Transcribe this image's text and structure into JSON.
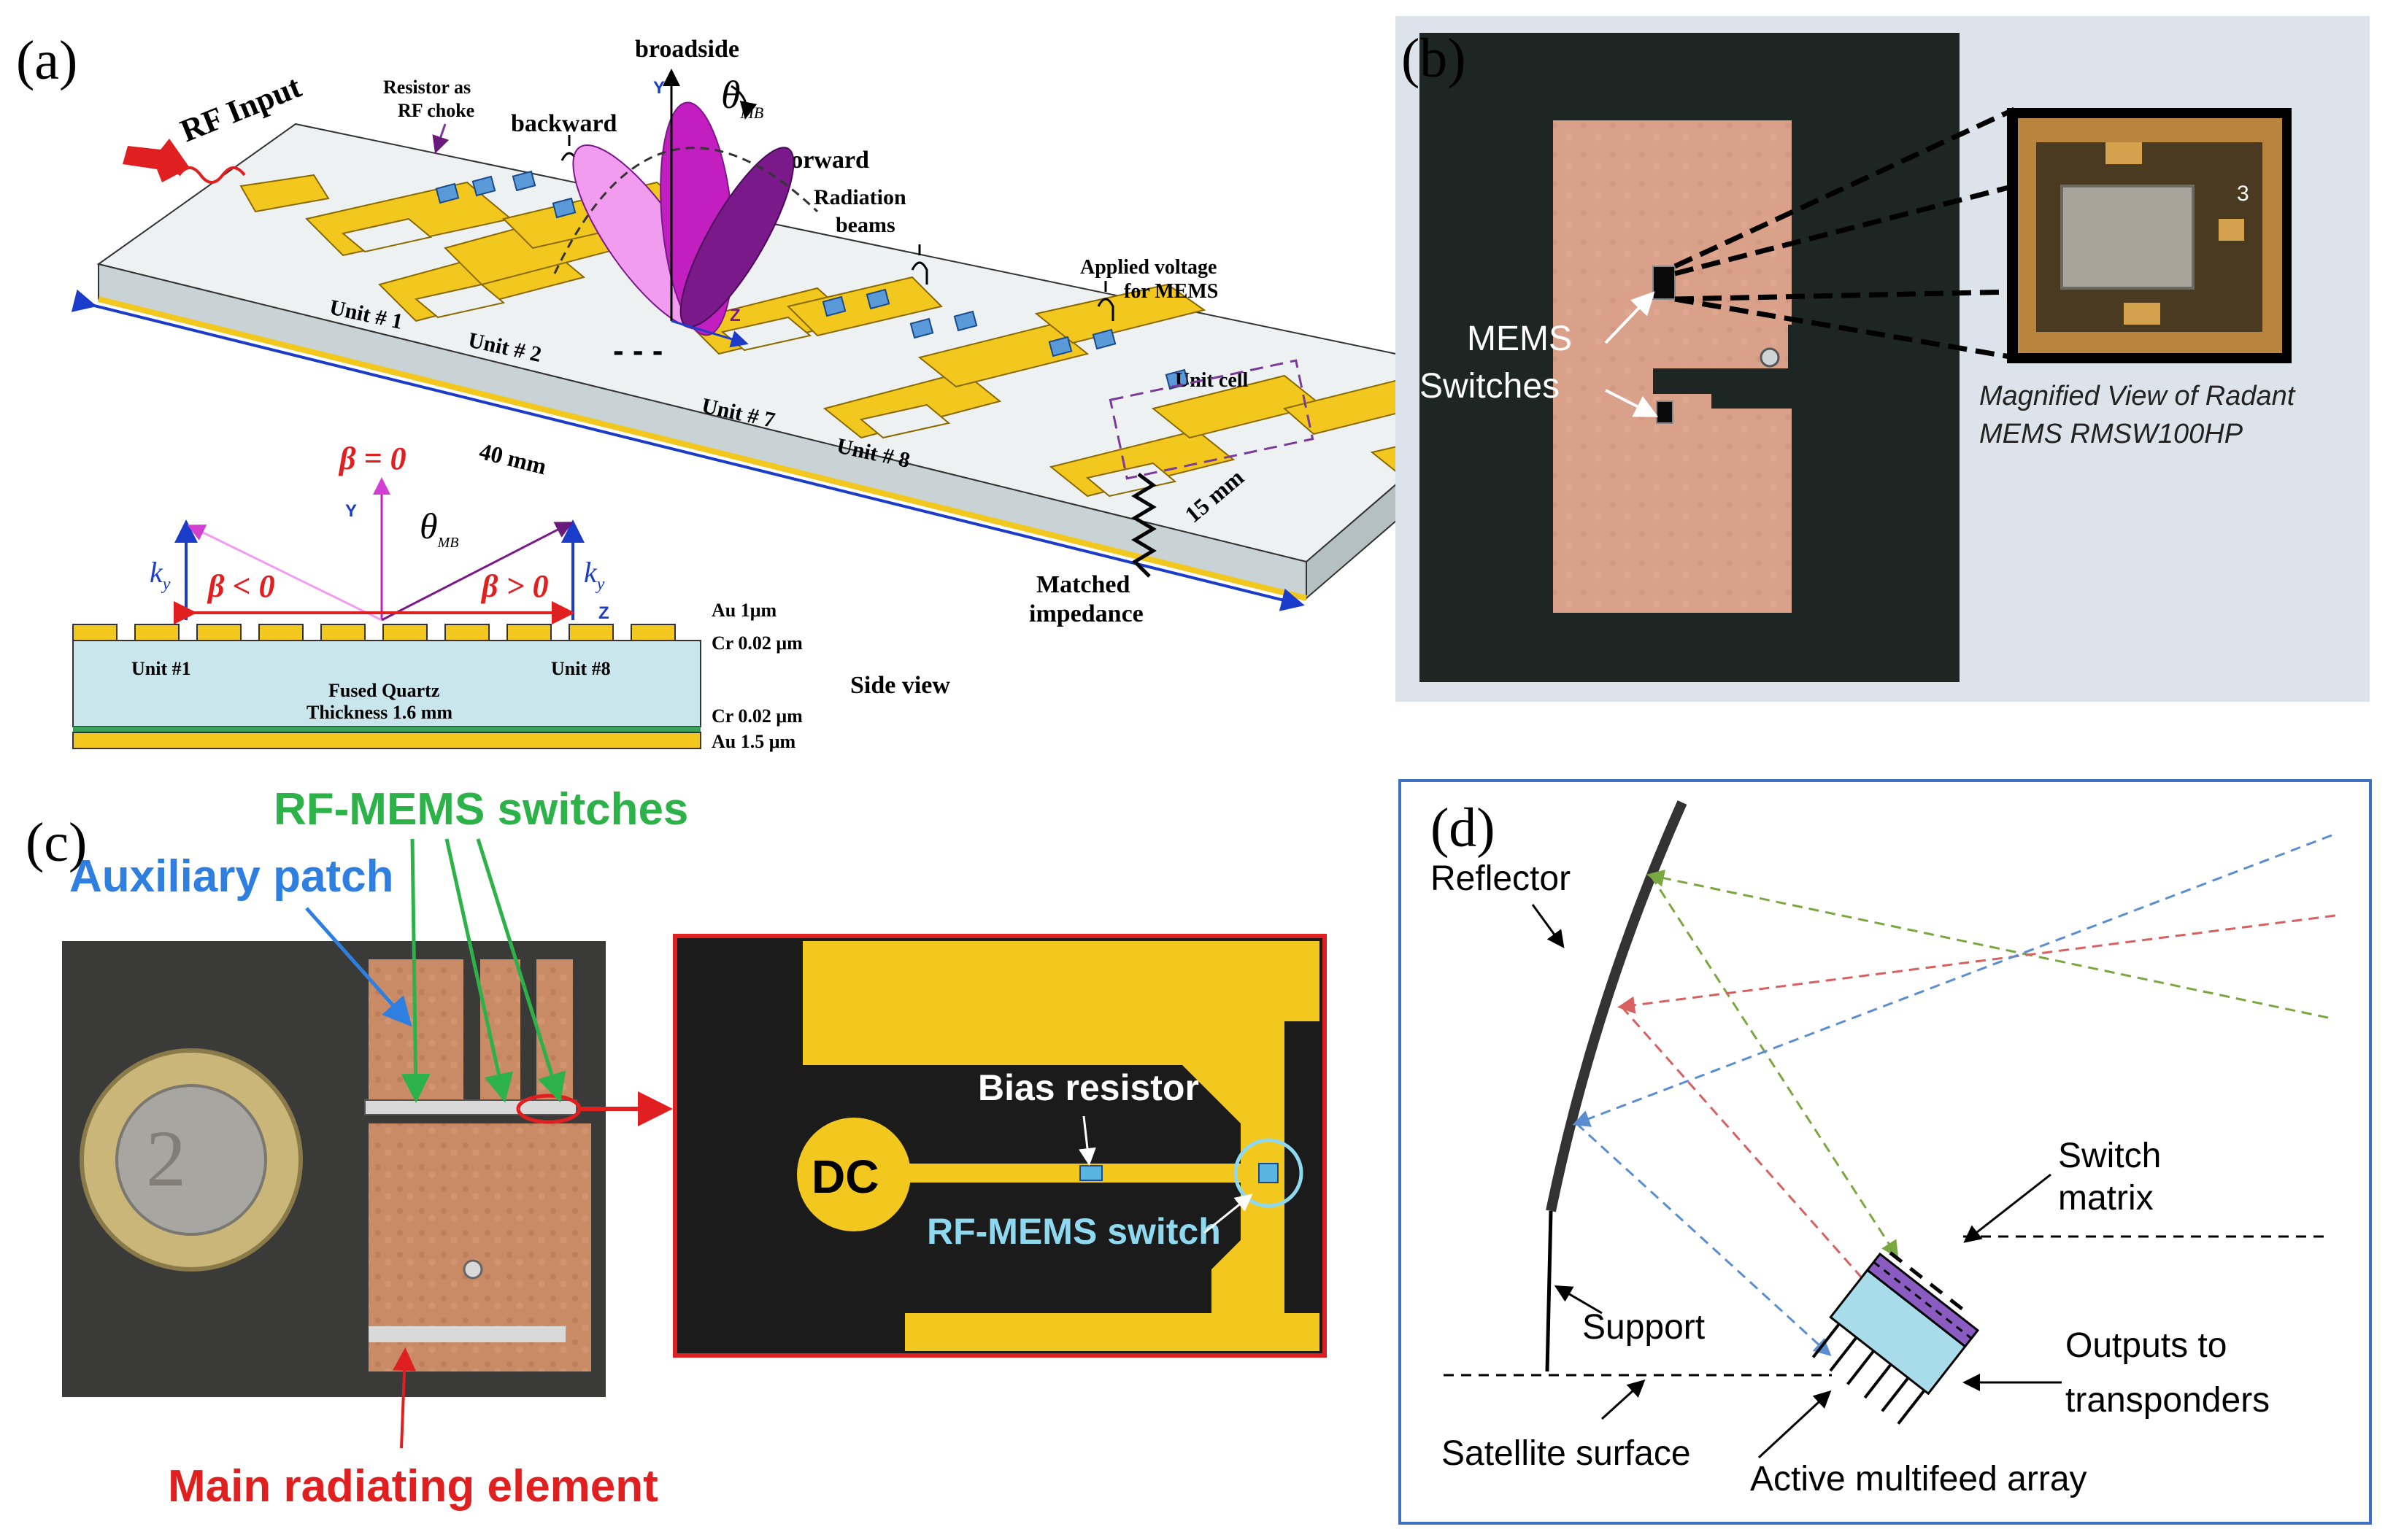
{
  "panel_a": {
    "label": "(a)",
    "rf_input": "RF Input",
    "resistor_line1": "Resistor as",
    "resistor_line2": "RF choke",
    "backward": "backward",
    "broadside": "broadside",
    "theta_mb": "θ",
    "theta_sub": "MB",
    "forward": "forward",
    "radiation_line1": "Radiation",
    "radiation_line2": "beams",
    "applied_line1": "Applied voltage",
    "applied_line2": "for MEMS",
    "unit_cell": "Unit cell",
    "unit1": "Unit # 1",
    "unit2": "Unit # 2",
    "unit7": "Unit # 7",
    "unit8": "Unit # 8",
    "dim_40": "40 mm",
    "dim_15": "15 mm",
    "matched_line1": "Matched",
    "matched_line2": "impedance",
    "axis_y": "Y",
    "axis_z": "Z",
    "beta0": "β = 0",
    "beta_neg": "β < 0",
    "beta_pos": "β > 0",
    "ky": "k",
    "ky_sub": "y",
    "au_top": "Au 1μm",
    "cr_top": "Cr 0.02 μm",
    "side_unit1": "Unit #1",
    "side_unit8": "Unit #8",
    "quartz_line1": "Fused Quartz",
    "quartz_line2": "Thickness 1.6 mm",
    "side_view": "Side view",
    "cr_bottom": "Cr 0.02 μm",
    "au_bottom": "Au 1.5 μm"
  },
  "panel_b": {
    "label": "(b)",
    "mems_line1": "MEMS",
    "mems_line2": "Switches",
    "chip_mark": "3",
    "magnified_line1": "Magnified View of Radant",
    "magnified_line2": "MEMS RMSW100HP"
  },
  "panel_c": {
    "label": "(c)",
    "rf_mems_switches": "RF-MEMS switches",
    "auxiliary_patch": "Auxiliary patch",
    "main_radiating": "Main radiating element",
    "dc": "DC",
    "bias_resistor": "Bias resistor",
    "rf_mems_switch": "RF-MEMS switch"
  },
  "panel_d": {
    "label": "(d)",
    "reflector": "Reflector",
    "switch_line1": "Switch",
    "switch_line2": "matrix",
    "support": "Support",
    "outputs_line1": "Outputs to",
    "outputs_line2": "transponders",
    "satellite_surface": "Satellite surface",
    "active_multifeed": "Active multifeed array"
  },
  "colors": {
    "gold": "#f2c81e",
    "quartz": "#c9e6ec",
    "magenta": "#c21ec0",
    "purple": "#7a1a8a",
    "pink": "#f29cf0",
    "red_arrow": "#e02020",
    "green_label": "#2db24a",
    "blue_label": "#2f7fe0",
    "cyan_label": "#8ed8f0",
    "panel_d_border": "#3f72c4",
    "matrix_purple": "#8a5cc2",
    "array_cyan": "#a9dcea"
  }
}
